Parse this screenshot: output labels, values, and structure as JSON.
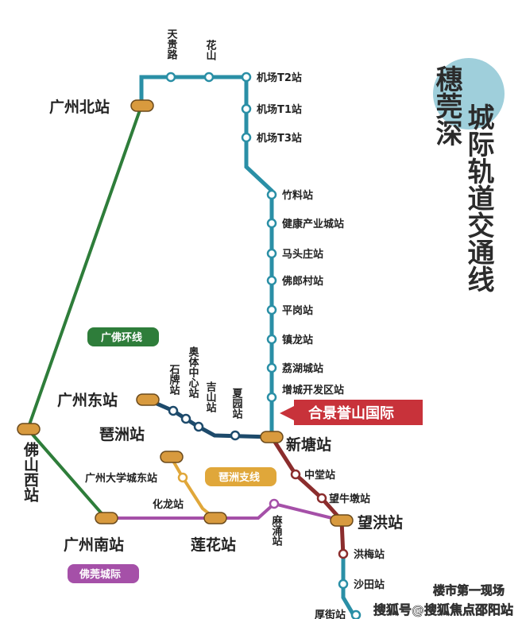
{
  "title": {
    "part1": "穗莞深",
    "part2": "城际轨道交通线"
  },
  "colors": {
    "suiguanshen": "#2a8fa6",
    "guangfo_ring": "#2e7d3a",
    "dongxin": "#1d4a6b",
    "pazhou": "#e0a73a",
    "foguan": "#a550a8",
    "maroon": "#8b2d2d",
    "callout": "#c8323a"
  },
  "lines": {
    "guangfo_ring": "广佛环线",
    "pazhou_branch": "琶洲支线",
    "foguan": "佛莞城际"
  },
  "hubs": {
    "guangzhou_north": "广州北站",
    "guangzhou_east": "广州东站",
    "foshan_west": "佛山西站",
    "pazhou": "琶洲站",
    "guangzhou_south": "广州南站",
    "lianhua": "莲花站",
    "xintang": "新塘站",
    "wanghong": "望洪站"
  },
  "stations": {
    "tianguilu": "天贵路",
    "huashan": "花山",
    "t2": "机场T2站",
    "t1": "机场T1站",
    "t3": "机场T3站",
    "zhuliao": "竹料站",
    "jiankang": "健康产业城站",
    "matouzhuang": "马头庄站",
    "folangcun": "佛郎村站",
    "pinggang": "平岗站",
    "zhenlong": "镇龙站",
    "lihucheng": "荔湖城站",
    "zengcheng": "增城开发区站",
    "shipai": "石牌站",
    "aoti": "奥体中心站",
    "jishan": "吉山站",
    "xiayuan": "夏园站",
    "daxuecheng": "广州大学城东站",
    "hualong": "化龙站",
    "machong": "麻涌站",
    "zhongtang": "中堂站",
    "wangniudun": "望牛墩站",
    "hongmei": "洪梅站",
    "shatian": "沙田站",
    "houjie": "厚街站"
  },
  "callout": "合景誉山国际",
  "watermark": {
    "line1": "楼市第一现场",
    "line2": "搜狐号@搜狐焦点邵阳站"
  }
}
